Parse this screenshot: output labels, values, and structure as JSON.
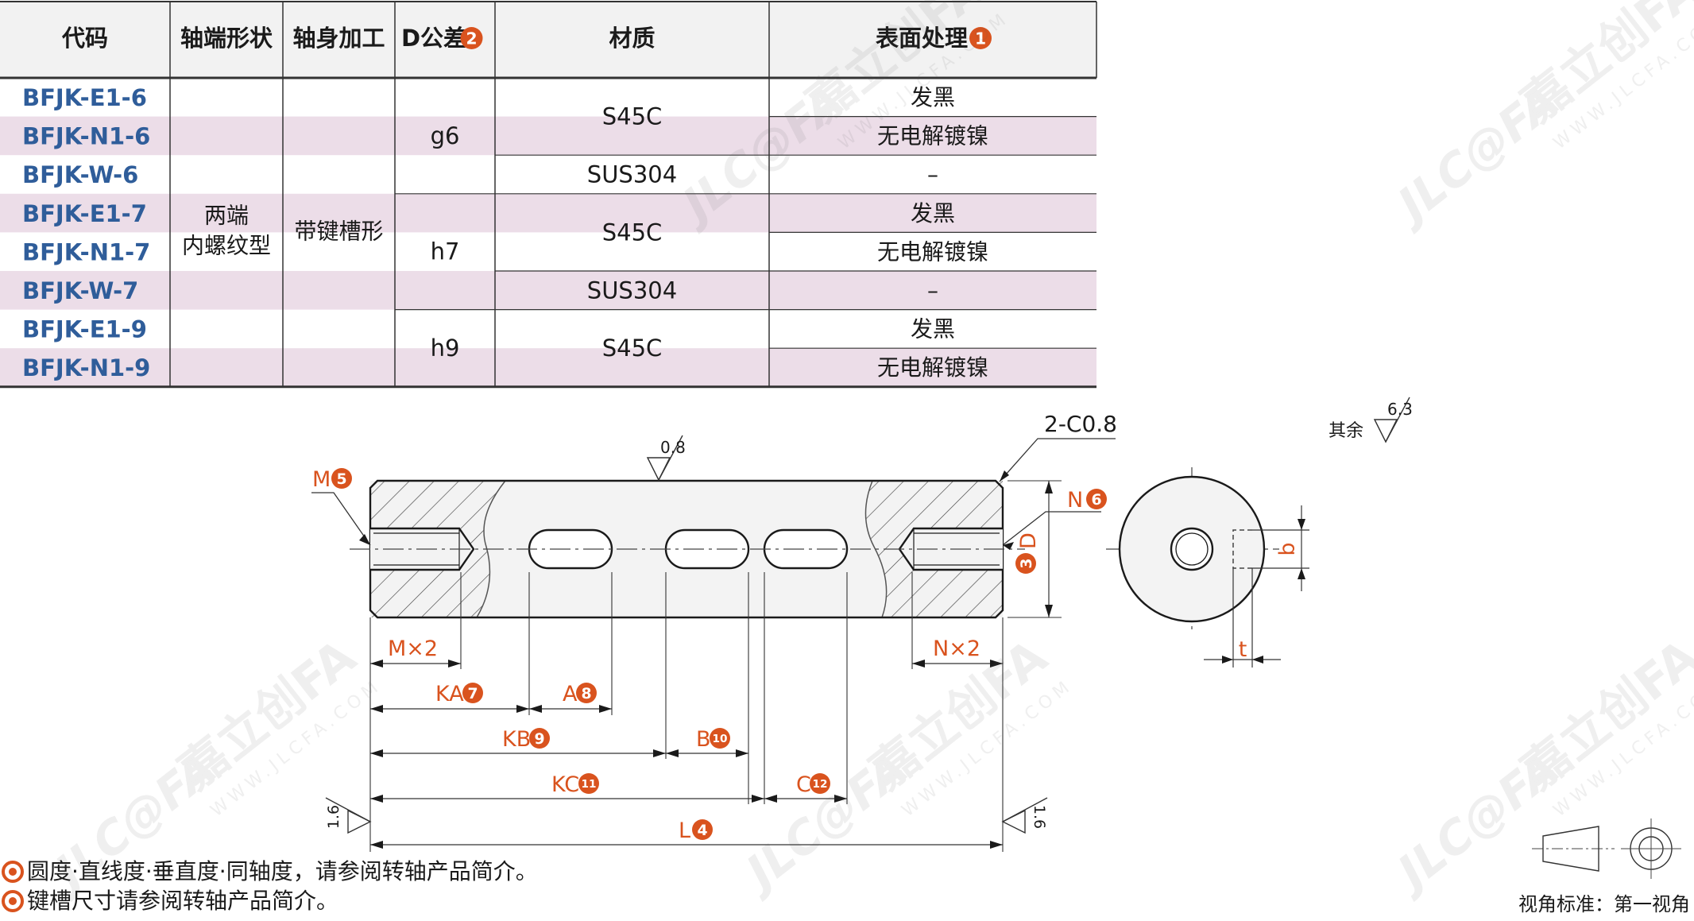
{
  "table": {
    "headers": [
      {
        "text": "代码"
      },
      {
        "text": "轴端形状"
      },
      {
        "text": "轴身加工"
      },
      {
        "text": "D公差",
        "note": "2"
      },
      {
        "text": "材质"
      },
      {
        "text": "表面处理",
        "note": "1"
      }
    ],
    "codes": [
      "BFJK-E1-6",
      "BFJK-N1-6",
      "BFJK-W-6",
      "BFJK-E1-7",
      "BFJK-N1-7",
      "BFJK-W-7",
      "BFJK-E1-9",
      "BFJK-N1-9"
    ],
    "shaft_end": [
      "两端",
      "内螺纹型"
    ],
    "shaft_body": "带键槽形",
    "tolerance": [
      {
        "value": "g6",
        "rows": [
          0,
          3
        ]
      },
      {
        "value": "h7",
        "rows": [
          3,
          6
        ]
      },
      {
        "value": "h9",
        "rows": [
          6,
          8
        ]
      }
    ],
    "material": [
      {
        "value": "S45C",
        "rows": [
          0,
          2
        ]
      },
      {
        "value": "SUS304",
        "rows": [
          2,
          3
        ]
      },
      {
        "value": "S45C",
        "rows": [
          3,
          5
        ]
      },
      {
        "value": "SUS304",
        "rows": [
          5,
          6
        ]
      },
      {
        "value": "S45C",
        "rows": [
          6,
          8
        ]
      }
    ],
    "surface": [
      "发黑",
      "无电解镀镍",
      "–",
      "发黑",
      "无电解镀镍",
      "–",
      "发黑",
      "无电解镀镍"
    ]
  },
  "drawing": {
    "chamfer": "2-C0.8",
    "roughness_rest_label": "其余",
    "roughness_rest": "6.3",
    "roughness_body": "0.8",
    "roughness_end": "1.6",
    "M": {
      "text": "M",
      "note": "5"
    },
    "N": {
      "text": "N",
      "note": "6"
    },
    "D": {
      "text": "D",
      "note": "3"
    },
    "Mx2": "M×2",
    "Nx2": "N×2",
    "KA": {
      "text": "KA",
      "note": "7"
    },
    "A": {
      "text": "A",
      "note": "8"
    },
    "KB": {
      "text": "KB",
      "note": "9"
    },
    "B": {
      "text": "B",
      "note": "10"
    },
    "KC": {
      "text": "KC",
      "note": "11"
    },
    "C": {
      "text": "C",
      "note": "12"
    },
    "L": {
      "text": "L",
      "note": "4"
    },
    "b": "b",
    "t": "t"
  },
  "notes": [
    "圆度·直线度·垂直度·同轴度，请参阅转轴产品简介。",
    "键槽尺寸请参阅转轴产品简介。"
  ],
  "view": {
    "label": "视角标准：第一视角"
  },
  "watermark": {
    "brand": "嘉立创FA",
    "logo": "JLC@FA",
    "url": "WWW.JLCFA.COM"
  },
  "colors": {
    "accent": "#d9531e",
    "code_blue": "#2f5d9a",
    "row_pink": "#ecdde8",
    "header_gray": "#f2f2f2"
  }
}
